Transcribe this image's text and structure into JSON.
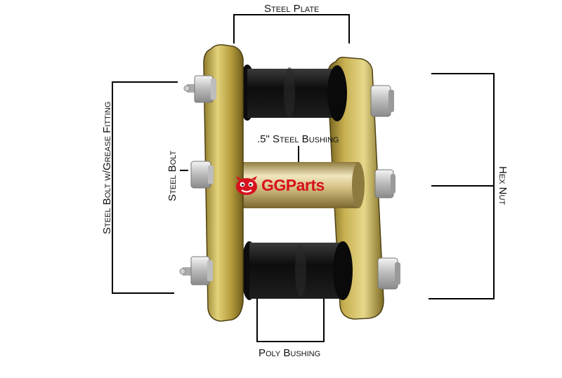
{
  "labels": {
    "steel_plate": "Steel Plate",
    "steel_bushing": ".5\" Steel Bushing",
    "steel_bolt": "Steel Bolt",
    "steel_bolt_grease": "Steel Bolt w/Grease Fitting",
    "hex_nut": "Hex Nut",
    "poly_bushing": "Poly Bushing"
  },
  "logo": {
    "brand": "GGParts",
    "brand_color": "#d6111e"
  },
  "colors": {
    "plate_gold": "#c9b24a",
    "bushing_black": "#141414",
    "bolt_steel": "#c8c8c8",
    "steel_bushing": "#d8c48a",
    "line": "#000000"
  }
}
